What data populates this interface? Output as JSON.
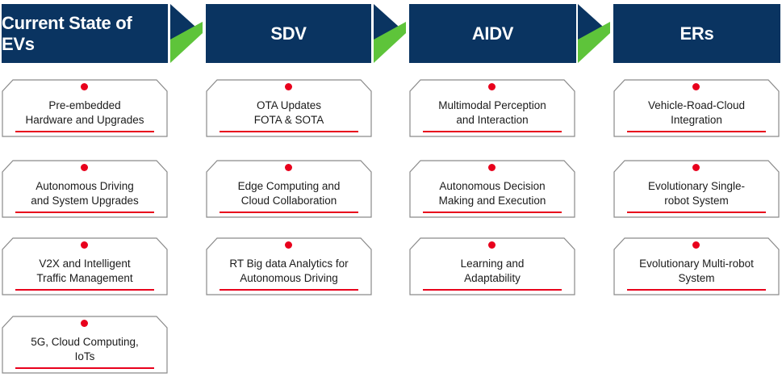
{
  "columns": [
    {
      "title": "Current State of EVs",
      "items": [
        {
          "lines": [
            "Pre-embedded",
            "Hardware and Upgrades"
          ]
        },
        {
          "lines": [
            "Autonomous Driving",
            "and System Upgrades"
          ]
        },
        {
          "lines": [
            "V2X and Intelligent",
            "Traffic Management"
          ]
        },
        {
          "lines": [
            "5G, Cloud Computing,",
            "IoTs"
          ]
        }
      ]
    },
    {
      "title": "SDV",
      "items": [
        {
          "lines": [
            "OTA Updates",
            "FOTA & SOTA"
          ]
        },
        {
          "lines": [
            "Edge Computing and",
            "Cloud Collaboration"
          ]
        },
        {
          "lines": [
            "RT Big data Analytics for",
            "Autonomous Driving"
          ]
        }
      ]
    },
    {
      "title": "AIDV",
      "items": [
        {
          "lines": [
            "Multimodal Perception",
            "and Interaction"
          ]
        },
        {
          "lines": [
            "Autonomous Decision",
            "Making and Execution"
          ]
        },
        {
          "lines": [
            "Learning and",
            "Adaptability"
          ]
        }
      ]
    },
    {
      "title": "ERs",
      "items": [
        {
          "lines": [
            "Vehicle-Road-Cloud",
            "Integration"
          ]
        },
        {
          "lines": [
            "Evolutionary Single-",
            "robot System"
          ]
        },
        {
          "lines": [
            "Evolutionary Multi-robot",
            "System"
          ]
        }
      ]
    }
  ],
  "colors": {
    "header_bg": "#0a3461",
    "chevron_navy": "#0a3461",
    "chevron_green": "#5ec43a",
    "accent_red": "#e8001c",
    "card_border": "#8a8a8a"
  }
}
